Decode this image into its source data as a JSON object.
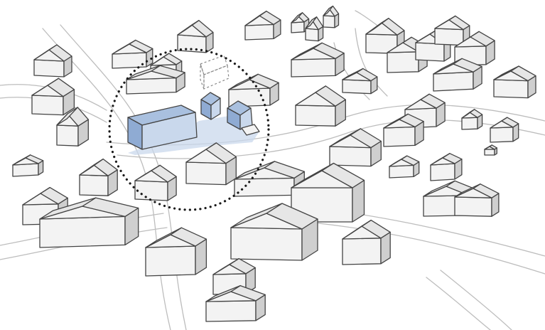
{
  "sketch": {
    "colors": {
      "paper": "#ffffff",
      "ink": "#444444",
      "road": "#bdbdbd",
      "building_light": "#f3f3f3",
      "building_shade": "#cfcfcf",
      "highlight_light": "#c9d8ec",
      "highlight_mid": "#a9c0df",
      "highlight_dark": "#8fabd3",
      "focus_circle": "#1a1a1a"
    },
    "focus_area": {
      "style": "dotted-circle",
      "highlighted_building_count": 3,
      "ghost_building_count": 1
    }
  }
}
